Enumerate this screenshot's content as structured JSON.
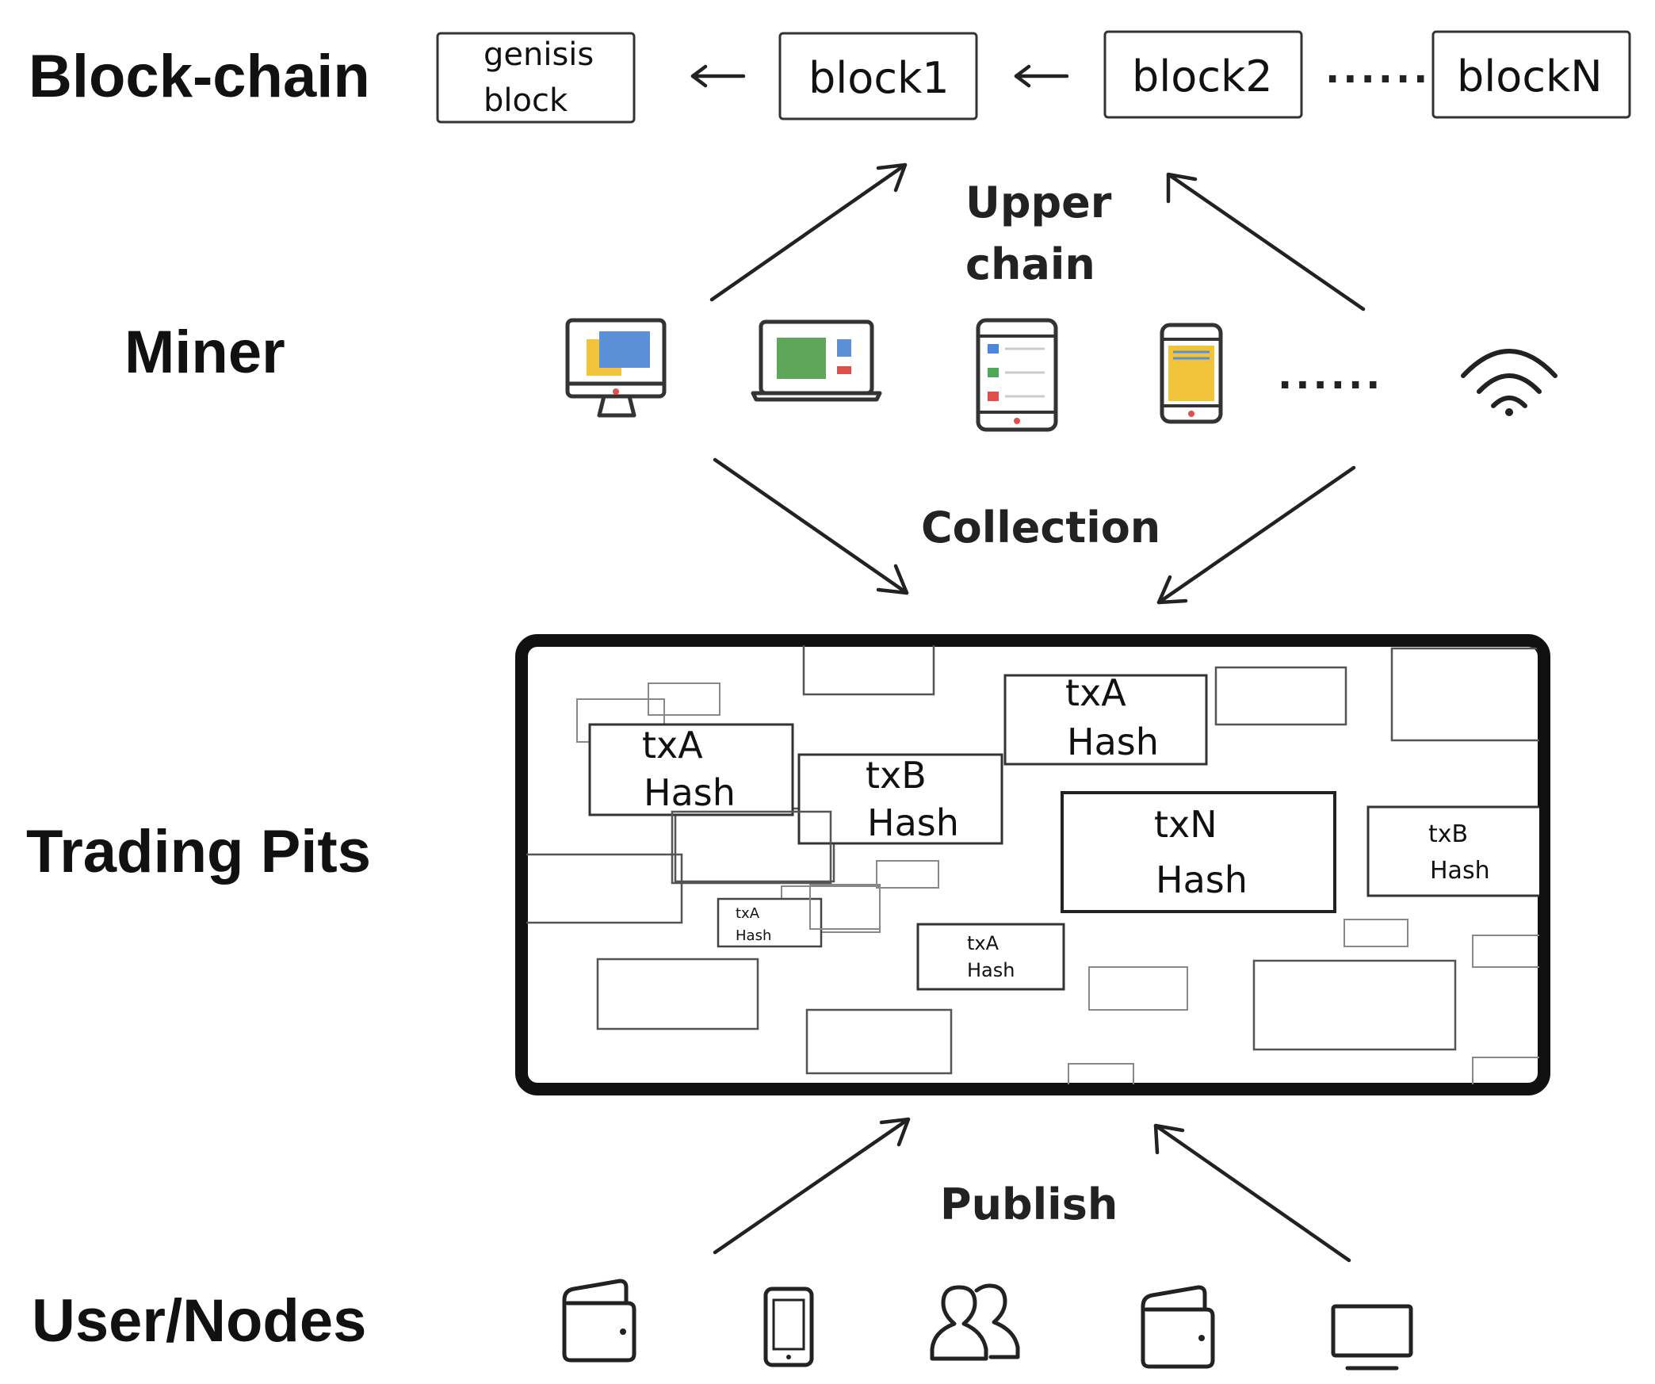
{
  "rows": {
    "blockchain": "Block-chain",
    "miner": "Miner",
    "trading_pits": "Trading Pits",
    "user_nodes": "User/Nodes"
  },
  "chain": {
    "genesis_line1": "genisis",
    "genesis_line2": "block",
    "block1": "block1",
    "block2": "block2",
    "ellipsis": "......",
    "blockN": "blockN"
  },
  "flows": {
    "upper_line1": "Upper",
    "upper_line2": "chain",
    "collection": "Collection",
    "publish": "Publish"
  },
  "miner_ellipsis": "......",
  "miner_icons": [
    "desktop-icon",
    "laptop-icon",
    "tablet-icon",
    "phone-icon",
    "wifi-icon"
  ],
  "user_icons": [
    "wallet-icon",
    "phone-icon",
    "users-icon",
    "wallet-icon",
    "monitor-icon"
  ],
  "transactions": [
    {
      "tx": "txA",
      "hash": "Hash"
    },
    {
      "tx": "txB",
      "hash": "Hash"
    },
    {
      "tx": "txA",
      "hash": "Hash"
    },
    {
      "tx": "txN",
      "hash": "Hash"
    },
    {
      "tx": "txB",
      "hash": "Hash"
    },
    {
      "tx": "txA",
      "hash": "Hash"
    },
    {
      "tx": "txA",
      "hash": "Hash"
    }
  ],
  "colors": {
    "screen_blue": "#5b8fd6",
    "screen_yellow": "#f2c43c",
    "screen_green": "#5ea65a",
    "accent_red": "#e0504a",
    "accent_blue": "#4f86d9",
    "accent_green": "#4fa85a"
  }
}
